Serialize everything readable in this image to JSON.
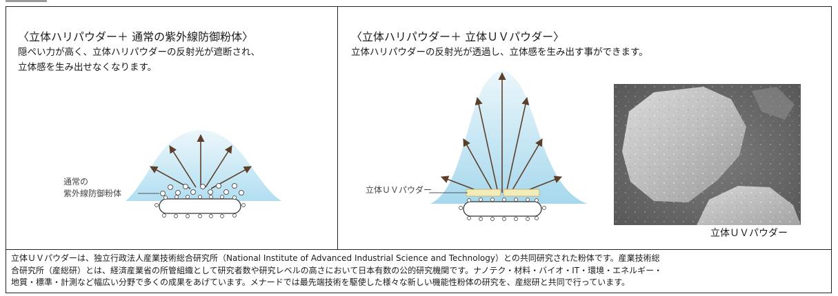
{
  "left_panel": {
    "title": "〈立体ハリパウダー＋ 通常の紫外線防御粉体〉",
    "description_lines": [
      "隠ぺい力が高く、立体ハリパウダーの反射光が遮断され、",
      "立体感を生み出せなくなります。"
    ],
    "label_line1": "通常の",
    "label_line2": "紫外線防御粉体"
  },
  "right_panel": {
    "title": "〈立体ハリパウダー＋ 立体ＵＶパウダー〉",
    "description": "立体ハリパウダーの反射光が透過し、立体感を生み出す事ができます。",
    "label": "立体ＵＶパウダー",
    "photo_caption": "立体ＵＶパウダー"
  },
  "footer": {
    "lines": [
      "立体ＵＶパウダーは、独立行政法人産業技術総合研究所（National Institute of Advanced Industrial Science and Technology）との共同研究された粉体です。産業技術総",
      "合研究所（産総研）とは、経済産業省の所管組織として研究者数や研究レベルの高さにおいて日本有数の公的研究機関です。ナノテク・材料・バイオ・IT・環境・エネルギー・",
      "地質・標準・計測など幅広い分野で多くの成果をあげています。メナードでは最先端技術を駆使した様々な新しい機能性粉体の研究を、産総研と共同で行っています。"
    ]
  },
  "colors": {
    "glow_light": "#e4f3fa",
    "glow_mid": "#a9dbef",
    "arrow": "#5b3f2a",
    "uv_powder": "#f4ecb8",
    "border": "#222222"
  }
}
